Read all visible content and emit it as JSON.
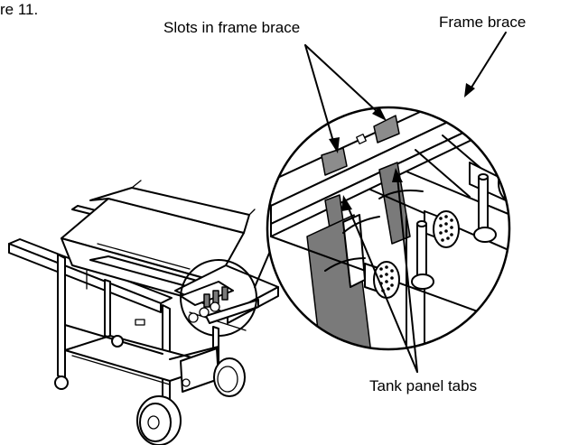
{
  "figure_label": "re 11.",
  "labels": {
    "slots": "Slots in frame brace",
    "frame_brace": "Frame brace",
    "tank_tabs": "Tank panel tabs"
  }
}
